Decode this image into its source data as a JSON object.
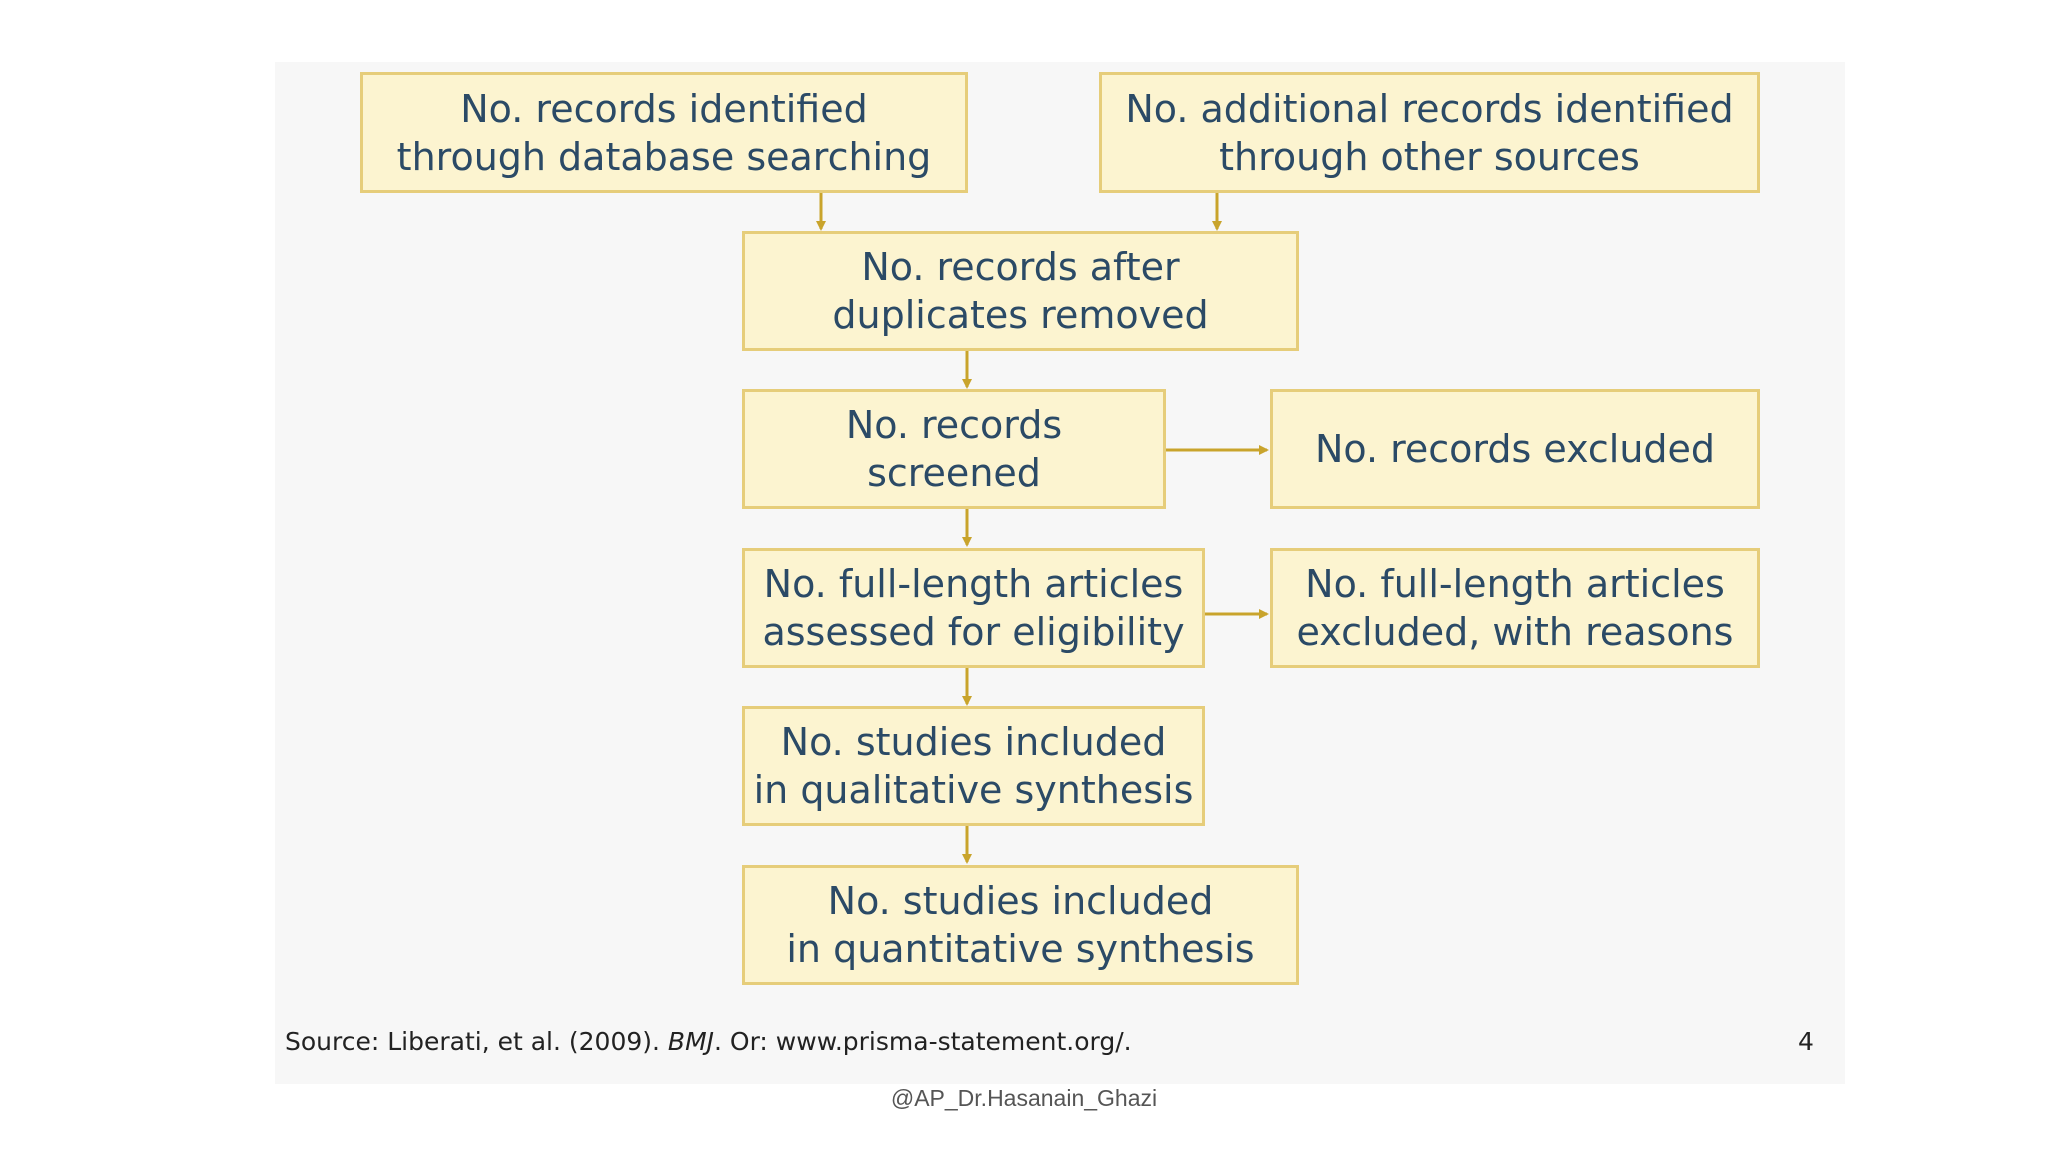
{
  "diagram": {
    "boxes": {
      "identified_db": [
        "No. records identified",
        "through database searching"
      ],
      "identified_other": [
        "No. additional records identified",
        "through other sources"
      ],
      "after_duplicates": [
        "No. records after",
        "duplicates removed"
      ],
      "screened": [
        "No. records",
        "screened"
      ],
      "excluded": [
        "No. records excluded"
      ],
      "full_assessed": [
        "No. full-length articles",
        "assessed for eligibility"
      ],
      "full_excluded": [
        "No. full-length articles",
        "excluded, with reasons"
      ],
      "qualitative": [
        "No. studies included",
        "in qualitative synthesis"
      ],
      "quantitative": [
        "No. studies included",
        "in quantitative synthesis"
      ]
    },
    "colors": {
      "box_fill": "#fcf4d0",
      "box_border": "#e6cd7a",
      "text": "#2b4a66",
      "arrow": "#c9a42c"
    }
  },
  "footer": {
    "source_prefix": "Source: Liberati, et al. (2009). ",
    "source_journal": "BMJ",
    "source_suffix": ".  Or: www.prisma-statement.org/.",
    "page_number": "4"
  },
  "watermark": "@AP_Dr.Hasanain_Ghazi"
}
